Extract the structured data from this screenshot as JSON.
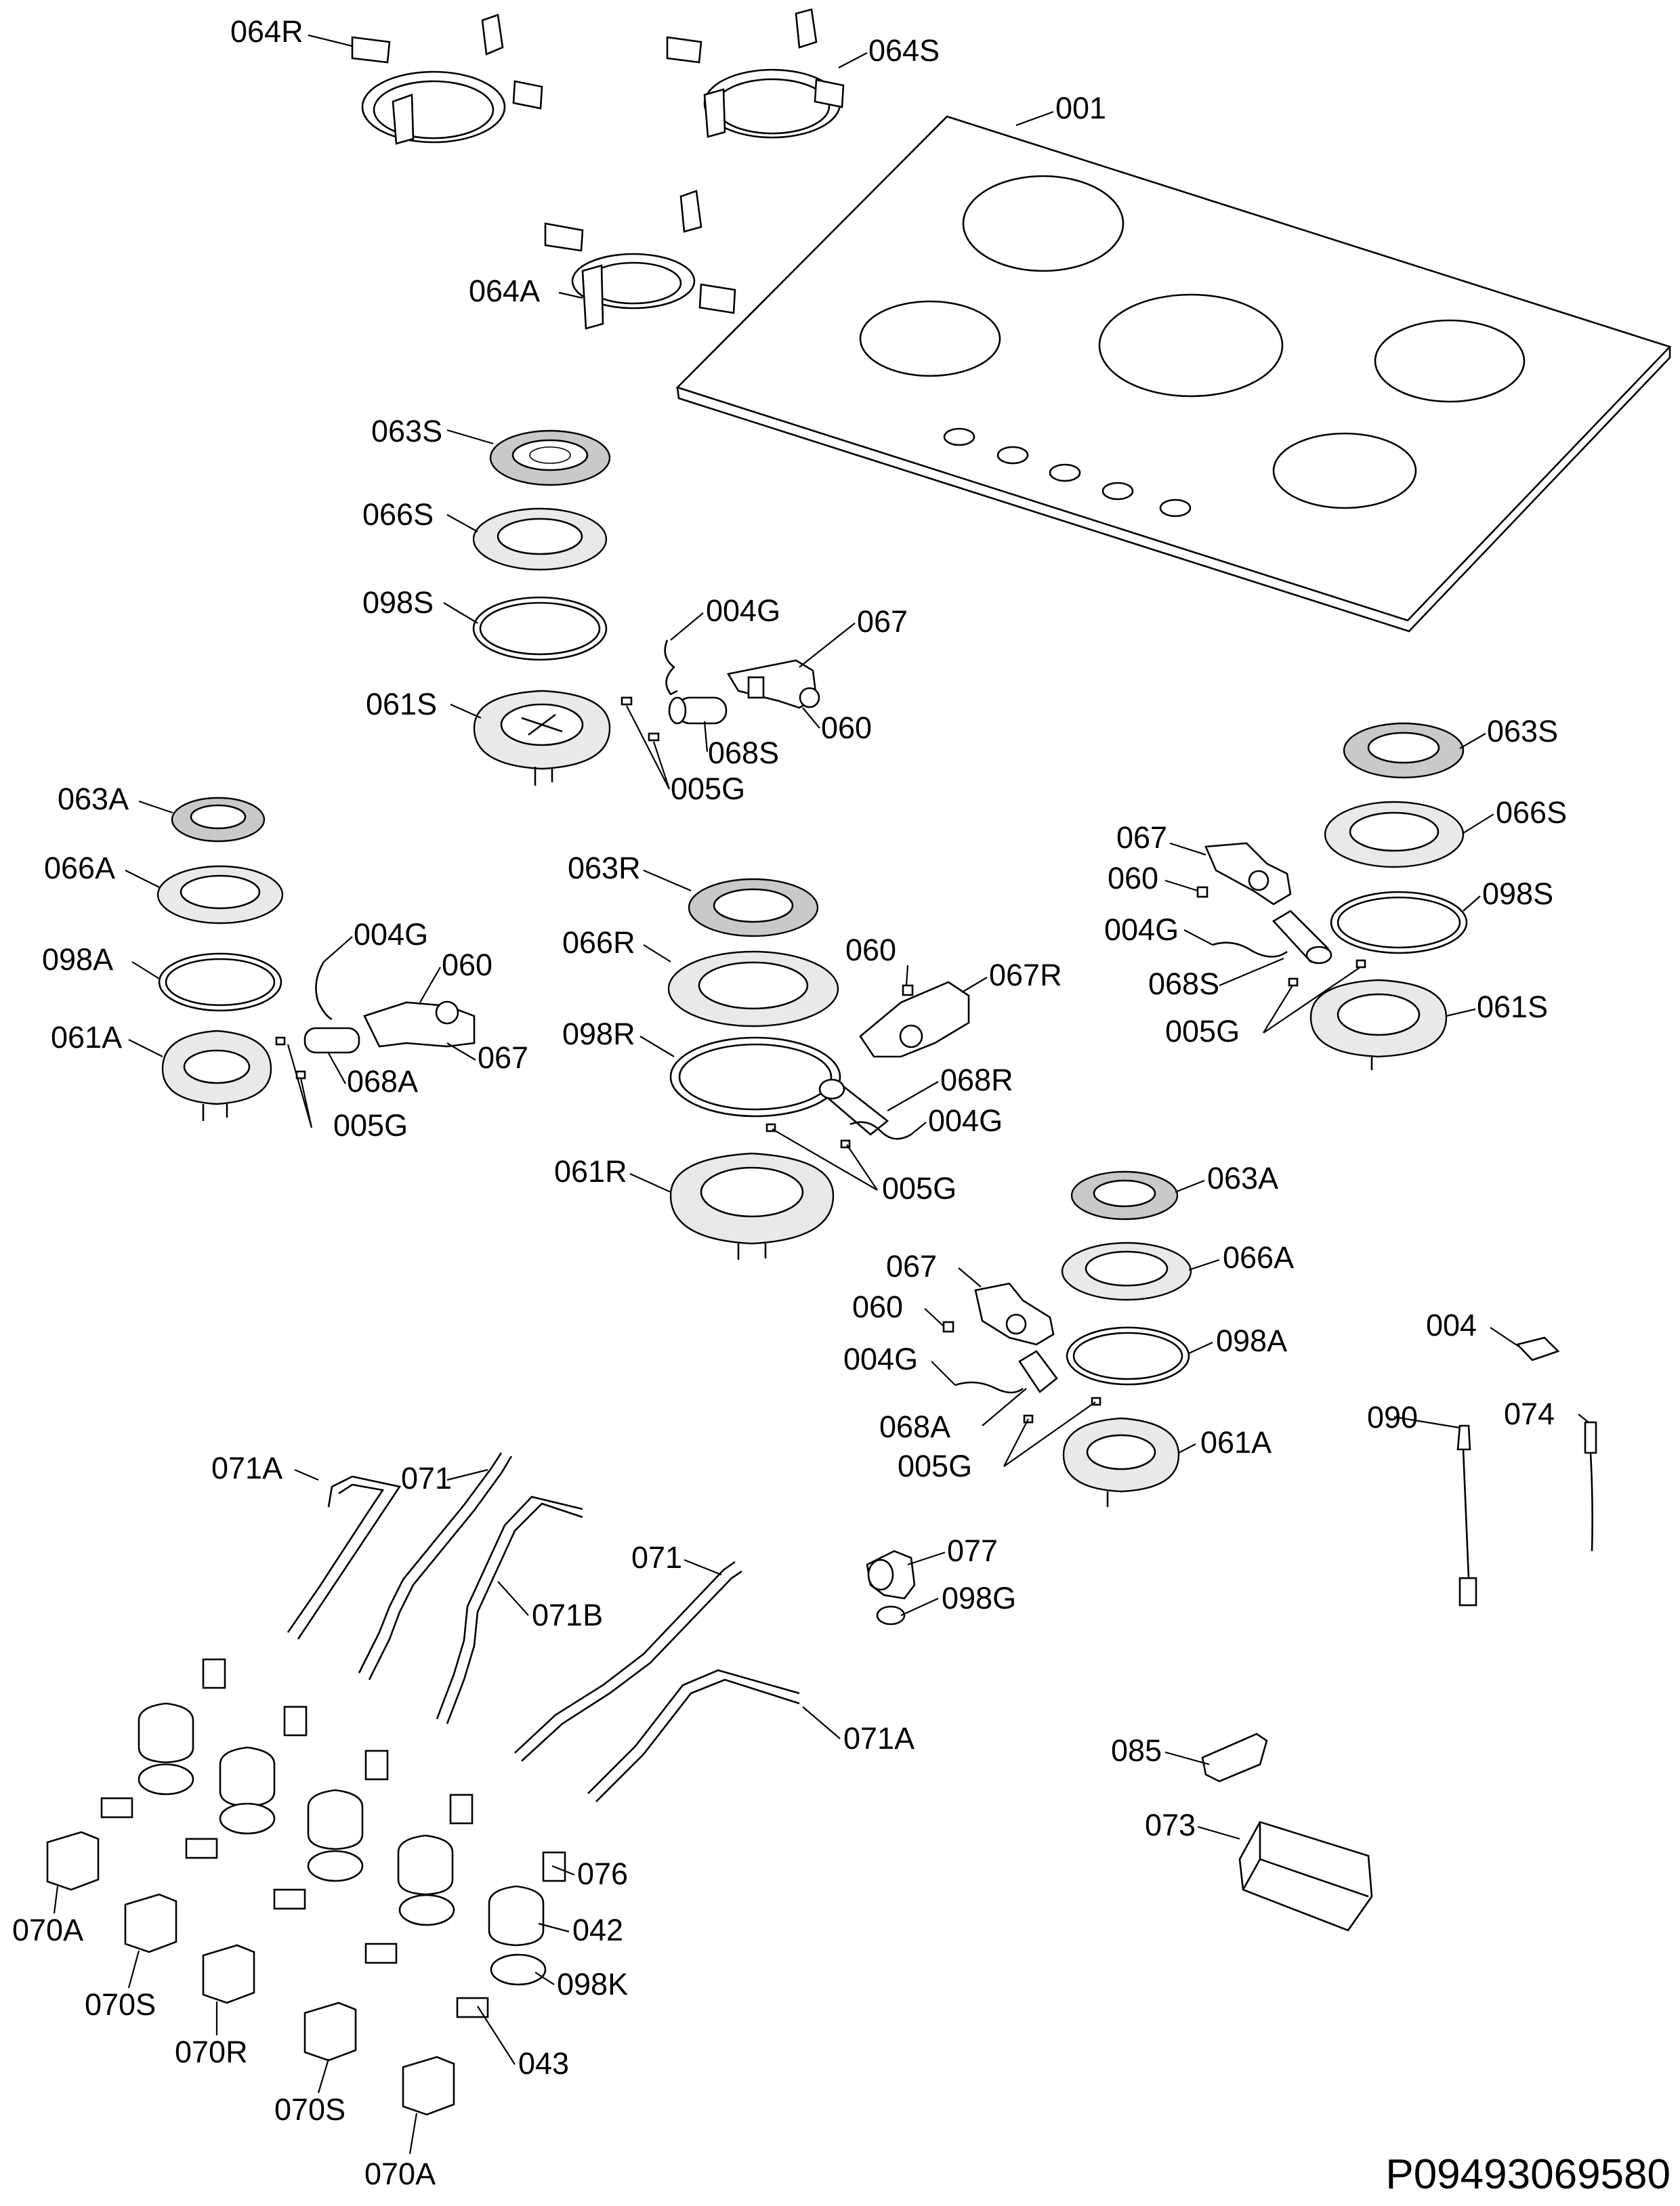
{
  "document_id": "P09493069580",
  "labels": [
    {
      "id": "c064R",
      "text": "064R"
    },
    {
      "id": "c064S",
      "text": "064S"
    },
    {
      "id": "c001",
      "text": "001"
    },
    {
      "id": "c064A",
      "text": "064A"
    },
    {
      "id": "c063S_a",
      "text": "063S"
    },
    {
      "id": "c066S_a",
      "text": "066S"
    },
    {
      "id": "c098S_a",
      "text": "098S"
    },
    {
      "id": "c004G_a",
      "text": "004G"
    },
    {
      "id": "c067_a",
      "text": "067"
    },
    {
      "id": "c061S_a",
      "text": "061S"
    },
    {
      "id": "c060_a",
      "text": "060"
    },
    {
      "id": "c068S_a",
      "text": "068S"
    },
    {
      "id": "c005G_a",
      "text": "005G"
    },
    {
      "id": "c063S_b",
      "text": "063S"
    },
    {
      "id": "c066S_b",
      "text": "066S"
    },
    {
      "id": "c067_b",
      "text": "067"
    },
    {
      "id": "c060_b",
      "text": "060"
    },
    {
      "id": "c098S_b",
      "text": "098S"
    },
    {
      "id": "c004G_b",
      "text": "004G"
    },
    {
      "id": "c068S_b",
      "text": "068S"
    },
    {
      "id": "c061S_b",
      "text": "061S"
    },
    {
      "id": "c005G_b",
      "text": "005G"
    },
    {
      "id": "c063A_a",
      "text": "063A"
    },
    {
      "id": "c066A_a",
      "text": "066A"
    },
    {
      "id": "c004G_c",
      "text": "004G"
    },
    {
      "id": "c060_c",
      "text": "060"
    },
    {
      "id": "c098A_a",
      "text": "098A"
    },
    {
      "id": "c061A_a",
      "text": "061A"
    },
    {
      "id": "c067_c",
      "text": "067"
    },
    {
      "id": "c068A_a",
      "text": "068A"
    },
    {
      "id": "c005G_c",
      "text": "005G"
    },
    {
      "id": "c063R",
      "text": "063R"
    },
    {
      "id": "c066R",
      "text": "066R"
    },
    {
      "id": "c060_d",
      "text": "060"
    },
    {
      "id": "c067R",
      "text": "067R"
    },
    {
      "id": "c098R",
      "text": "098R"
    },
    {
      "id": "c068R",
      "text": "068R"
    },
    {
      "id": "c004G_d",
      "text": "004G"
    },
    {
      "id": "c061R",
      "text": "061R"
    },
    {
      "id": "c005G_d",
      "text": "005G"
    },
    {
      "id": "c063A_b",
      "text": "063A"
    },
    {
      "id": "c067_d",
      "text": "067"
    },
    {
      "id": "c066A_b",
      "text": "066A"
    },
    {
      "id": "c060_e",
      "text": "060"
    },
    {
      "id": "c004",
      "text": "004"
    },
    {
      "id": "c004G_e",
      "text": "004G"
    },
    {
      "id": "c098A_b",
      "text": "098A"
    },
    {
      "id": "c090",
      "text": "090"
    },
    {
      "id": "c074",
      "text": "074"
    },
    {
      "id": "c068A_b",
      "text": "068A"
    },
    {
      "id": "c061A_b",
      "text": "061A"
    },
    {
      "id": "c005G_e",
      "text": "005G"
    },
    {
      "id": "c071A_a",
      "text": "071A"
    },
    {
      "id": "c071_a",
      "text": "071"
    },
    {
      "id": "c071_b",
      "text": "071"
    },
    {
      "id": "c077",
      "text": "077"
    },
    {
      "id": "c071B",
      "text": "071B"
    },
    {
      "id": "c098G",
      "text": "098G"
    },
    {
      "id": "c071A_b",
      "text": "071A"
    },
    {
      "id": "c085",
      "text": "085"
    },
    {
      "id": "c073",
      "text": "073"
    },
    {
      "id": "c076",
      "text": "076"
    },
    {
      "id": "c042",
      "text": "042"
    },
    {
      "id": "c070A_a",
      "text": "070A"
    },
    {
      "id": "c098K",
      "text": "098K"
    },
    {
      "id": "c070S_a",
      "text": "070S"
    },
    {
      "id": "c070R",
      "text": "070R"
    },
    {
      "id": "c043",
      "text": "043"
    },
    {
      "id": "c070S_b",
      "text": "070S"
    },
    {
      "id": "c070A_b",
      "text": "070A"
    }
  ]
}
